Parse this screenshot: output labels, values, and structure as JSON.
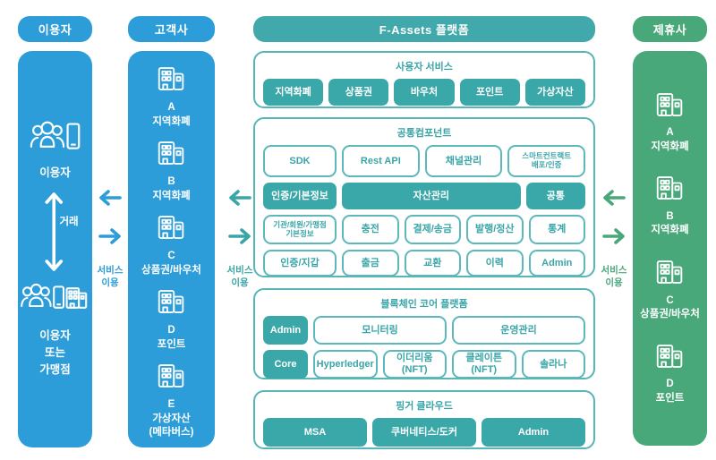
{
  "colors": {
    "blue": "#2c9dd9",
    "teal": "#3aa7a9",
    "teal_border": "#5cb8ba",
    "green": "#48a87a"
  },
  "users_col": {
    "header": "이용자",
    "top_label": "이용자",
    "trade_label": "거래",
    "bottom_lines": [
      "이용자",
      "또는",
      "가맹점"
    ]
  },
  "customers_col": {
    "header": "고객사",
    "items": [
      {
        "letter": "A",
        "name": "지역화폐",
        "sub": ""
      },
      {
        "letter": "B",
        "name": "지역화폐",
        "sub": ""
      },
      {
        "letter": "C",
        "name": "상품권/바우처",
        "sub": ""
      },
      {
        "letter": "D",
        "name": "포인트",
        "sub": ""
      },
      {
        "letter": "E",
        "name": "가상자산",
        "sub": "(메타버스)"
      }
    ]
  },
  "partners_col": {
    "header": "제휴사",
    "items": [
      {
        "letter": "A",
        "name": "지역화폐"
      },
      {
        "letter": "B",
        "name": "지역화폐"
      },
      {
        "letter": "C",
        "name": "상품권/바우처"
      },
      {
        "letter": "D",
        "name": "포인트"
      }
    ]
  },
  "service_use": {
    "line1": "서비스",
    "line2": "이용"
  },
  "platform": {
    "header": "F-Assets 플랫폼",
    "user_services": {
      "title": "사용자 서비스",
      "items": [
        "지역화폐",
        "상품권",
        "바우처",
        "포인트",
        "가상자산"
      ]
    },
    "common": {
      "title": "공통컴포넌트",
      "row1": [
        "SDK",
        "Rest API",
        "채널관리"
      ],
      "row1_multi": {
        "line1": "스마트컨트랙트",
        "line2": "배포/인증"
      },
      "row2": [
        "인증/기본정보",
        "자산관리",
        "공통"
      ],
      "row3_multi": {
        "line1": "기관/회원/가맹점",
        "line2": "기본정보"
      },
      "row3": [
        "충전",
        "결제/송금",
        "발행/정산",
        "통계"
      ],
      "row4": [
        "인증/지갑",
        "출금",
        "교환",
        "이력",
        "Admin"
      ]
    },
    "blockchain": {
      "title": "블록체인 코어 플랫폼",
      "row1": [
        "Admin",
        "모니터링",
        "운영관리"
      ],
      "row2": [
        "Core",
        "Hyperledger",
        "이더리움(NFT)",
        "클레이튼(NFT)",
        "솔라나"
      ]
    },
    "cloud": {
      "title": "핑거 클라우드",
      "items": [
        "MSA",
        "쿠버네티스/도커",
        "Admin"
      ]
    }
  }
}
